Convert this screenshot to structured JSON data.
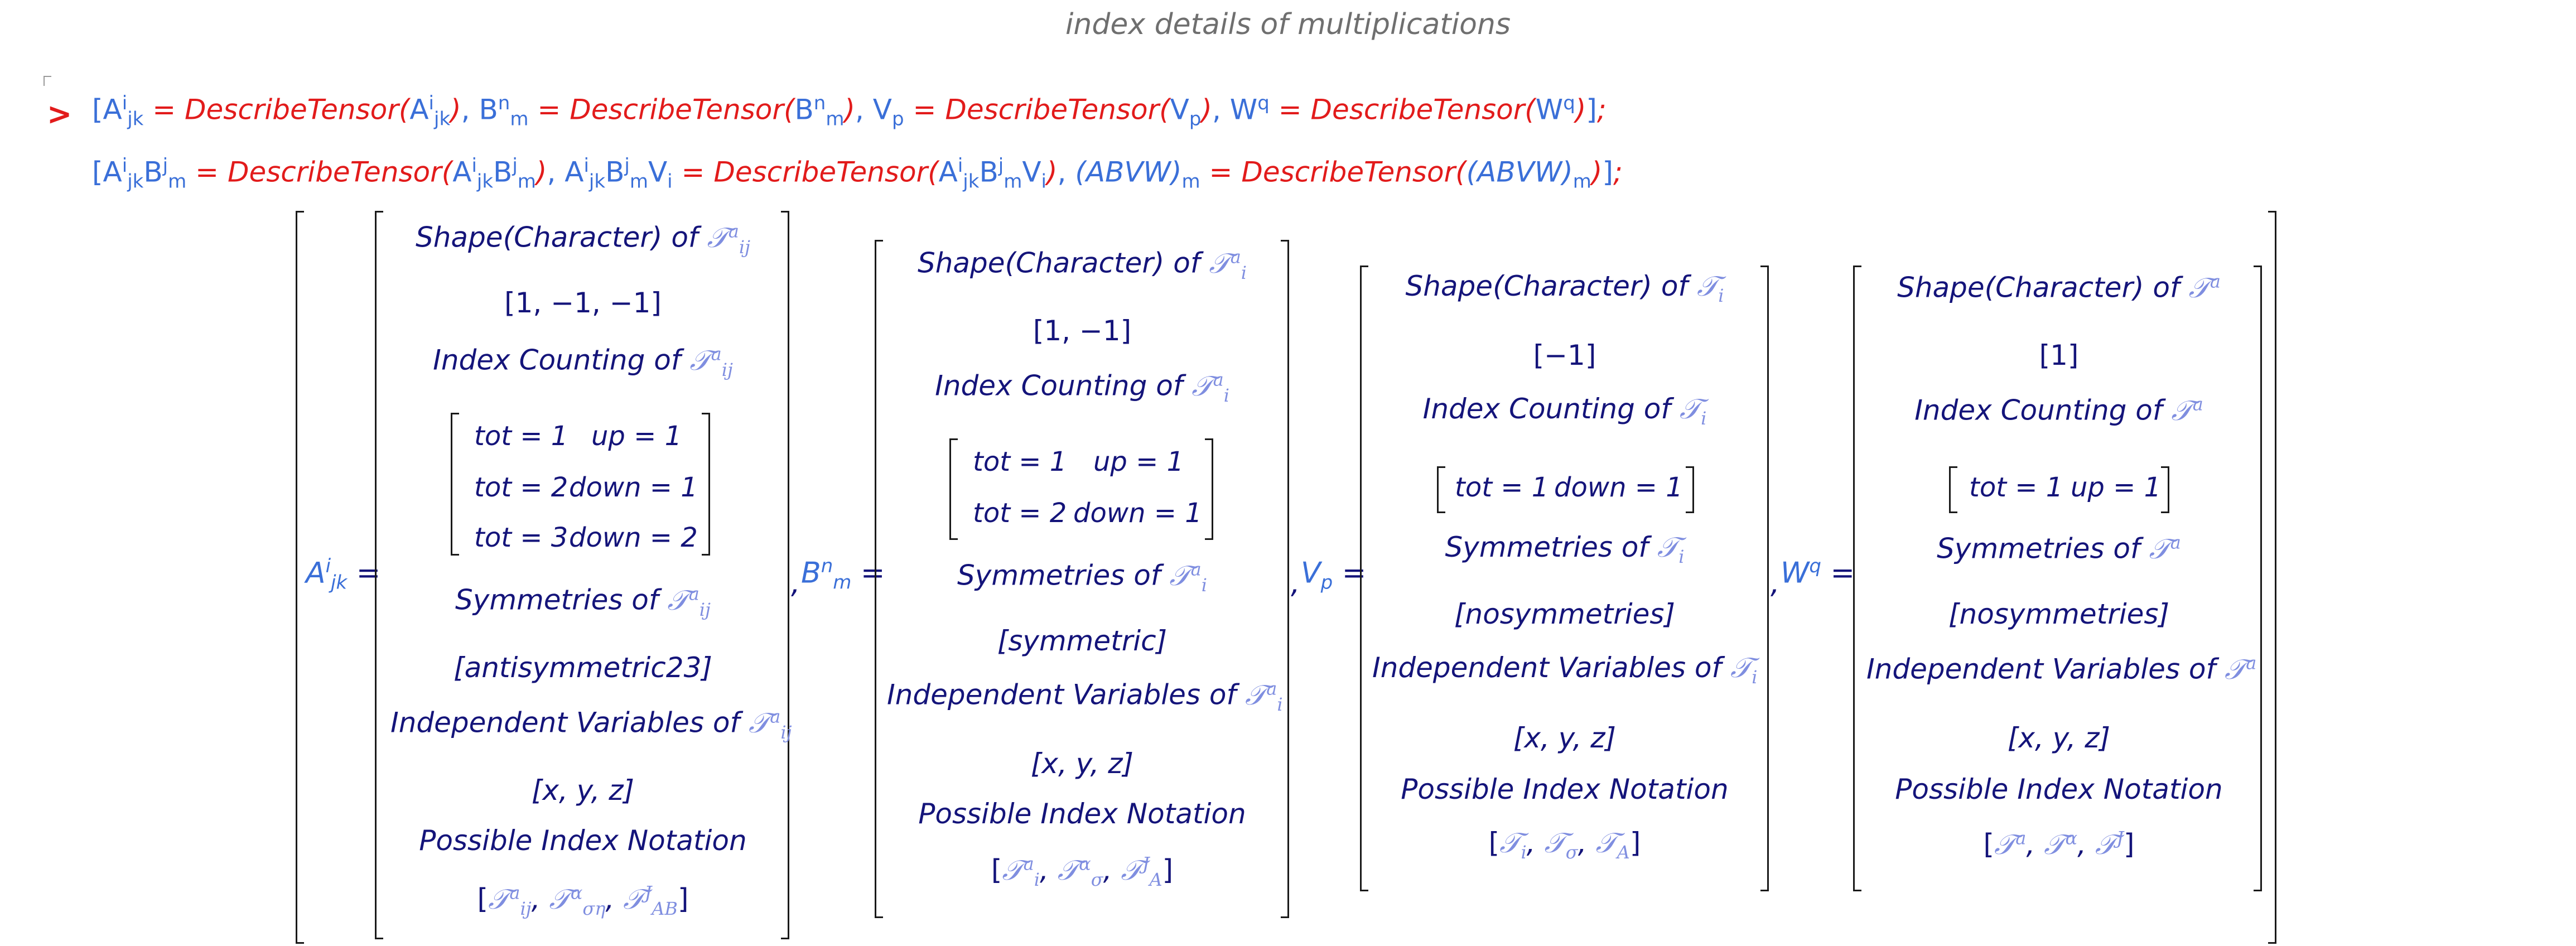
{
  "title": "index details of multiplications",
  "prompt": ">",
  "input": {
    "line1": "[A^i_jk = DescribeTensor(A^i_jk), B^n_m = DescribeTensor(B^n_m), V_p = DescribeTensor(V_p), W^q = DescribeTensor(W^q)];",
    "line2": "[A^i_jk B^j_m = DescribeTensor(A^i_jk B^j_m), A^i_jk B^j_m V_i = DescribeTensor(A^i_jk B^j_m V_i), (ABVW)_m = DescribeTensor((ABVW)_m)];",
    "fn": "DescribeTensor",
    "A": "A",
    "B": "B",
    "V": "V",
    "W": "W",
    "i": "i",
    "jk": "jk",
    "n": "n",
    "m": "m",
    "p": "p",
    "q": "q",
    "j": "j",
    "abvw": "(ABVW)",
    "eq": "=",
    "comma": ",",
    "lb": "[",
    "rb": "]",
    "semi": ";",
    "lp": "(",
    "rp": ")"
  },
  "output": {
    "blocks": [
      {
        "lhs": {
          "name": "A",
          "sup": "i",
          "sub": "jk"
        },
        "eq": "=",
        "shape_label": "Shape(Character) of",
        "shape_sub": "ij",
        "shape_value": "[1, −1, −1]",
        "index_label": "Index Counting of",
        "index_sub": "ij",
        "index_rows": [
          [
            "tot = 1",
            "up = 1"
          ],
          [
            "tot = 2",
            "down = 1"
          ],
          [
            "tot = 3",
            "down = 2"
          ]
        ],
        "sym_label": "Symmetries of",
        "sym_sub": "ij",
        "sym_value": "[antisymmetric23]",
        "indep_label": "Independent Variables of",
        "indep_sub": "ij",
        "indep_value": "[x, y, z]",
        "notation_label": "Possible Index Notation",
        "notation_subs": [
          "ij",
          "ση",
          "AB"
        ]
      },
      {
        "lhs": {
          "name": "B",
          "sup": "n",
          "sub": "m"
        },
        "eq": "=",
        "shape_label": "Shape(Character) of",
        "shape_sub": "i",
        "shape_value": "[1, −1]",
        "index_label": "Index Counting of",
        "index_sub": "i",
        "index_rows": [
          [
            "tot = 1",
            "up = 1"
          ],
          [
            "tot = 2",
            "down = 1"
          ]
        ],
        "sym_label": "Symmetries of",
        "sym_sub": "i",
        "sym_value": "[symmetric]",
        "indep_label": "Independent Variables of",
        "indep_sub": "i",
        "indep_value": "[x, y, z]",
        "notation_label": "Possible Index Notation",
        "notation_subs": [
          "i",
          "σ",
          "A"
        ]
      },
      {
        "lhs": {
          "name": "V",
          "sup": "",
          "sub": "p"
        },
        "eq": "=",
        "shape_label": "Shape(Character) of",
        "shape_sub": "i",
        "shape_value": "[−1]",
        "index_label": "Index Counting of",
        "index_sub": "i",
        "index_rows": [
          [
            "tot = 1",
            "down = 1"
          ]
        ],
        "sym_label": "Symmetries of",
        "sym_sub": "i",
        "sym_value": "[nosymmetries]",
        "indep_label": "Independent Variables of",
        "indep_sub": "i",
        "indep_value": "[x, y, z]",
        "notation_label": "Possible Index Notation",
        "notation_subs": [
          "i",
          "σ",
          "A"
        ]
      },
      {
        "lhs": {
          "name": "W",
          "sup": "q",
          "sub": ""
        },
        "eq": "=",
        "shape_label": "Shape(Character) of",
        "shape_sub": "",
        "shape_value": "[1]",
        "index_label": "Index Counting of",
        "index_sub": "",
        "index_rows": [
          [
            "tot = 1",
            "up = 1"
          ]
        ],
        "sym_label": "Symmetries of",
        "sym_sub": "",
        "sym_value": "[nosymmetries]",
        "indep_label": "Independent Variables of",
        "indep_sub": "",
        "indep_value": "[x, y, z]",
        "notation_label": "Possible Index Notation",
        "notation_subs": [
          "",
          "",
          ""
        ]
      }
    ],
    "tensor_symbol": "𝒯",
    "tensor_sup_a": "a",
    "tensor_sup_alpha": "α",
    "tensor_sup_J": "J",
    "comma": ","
  }
}
